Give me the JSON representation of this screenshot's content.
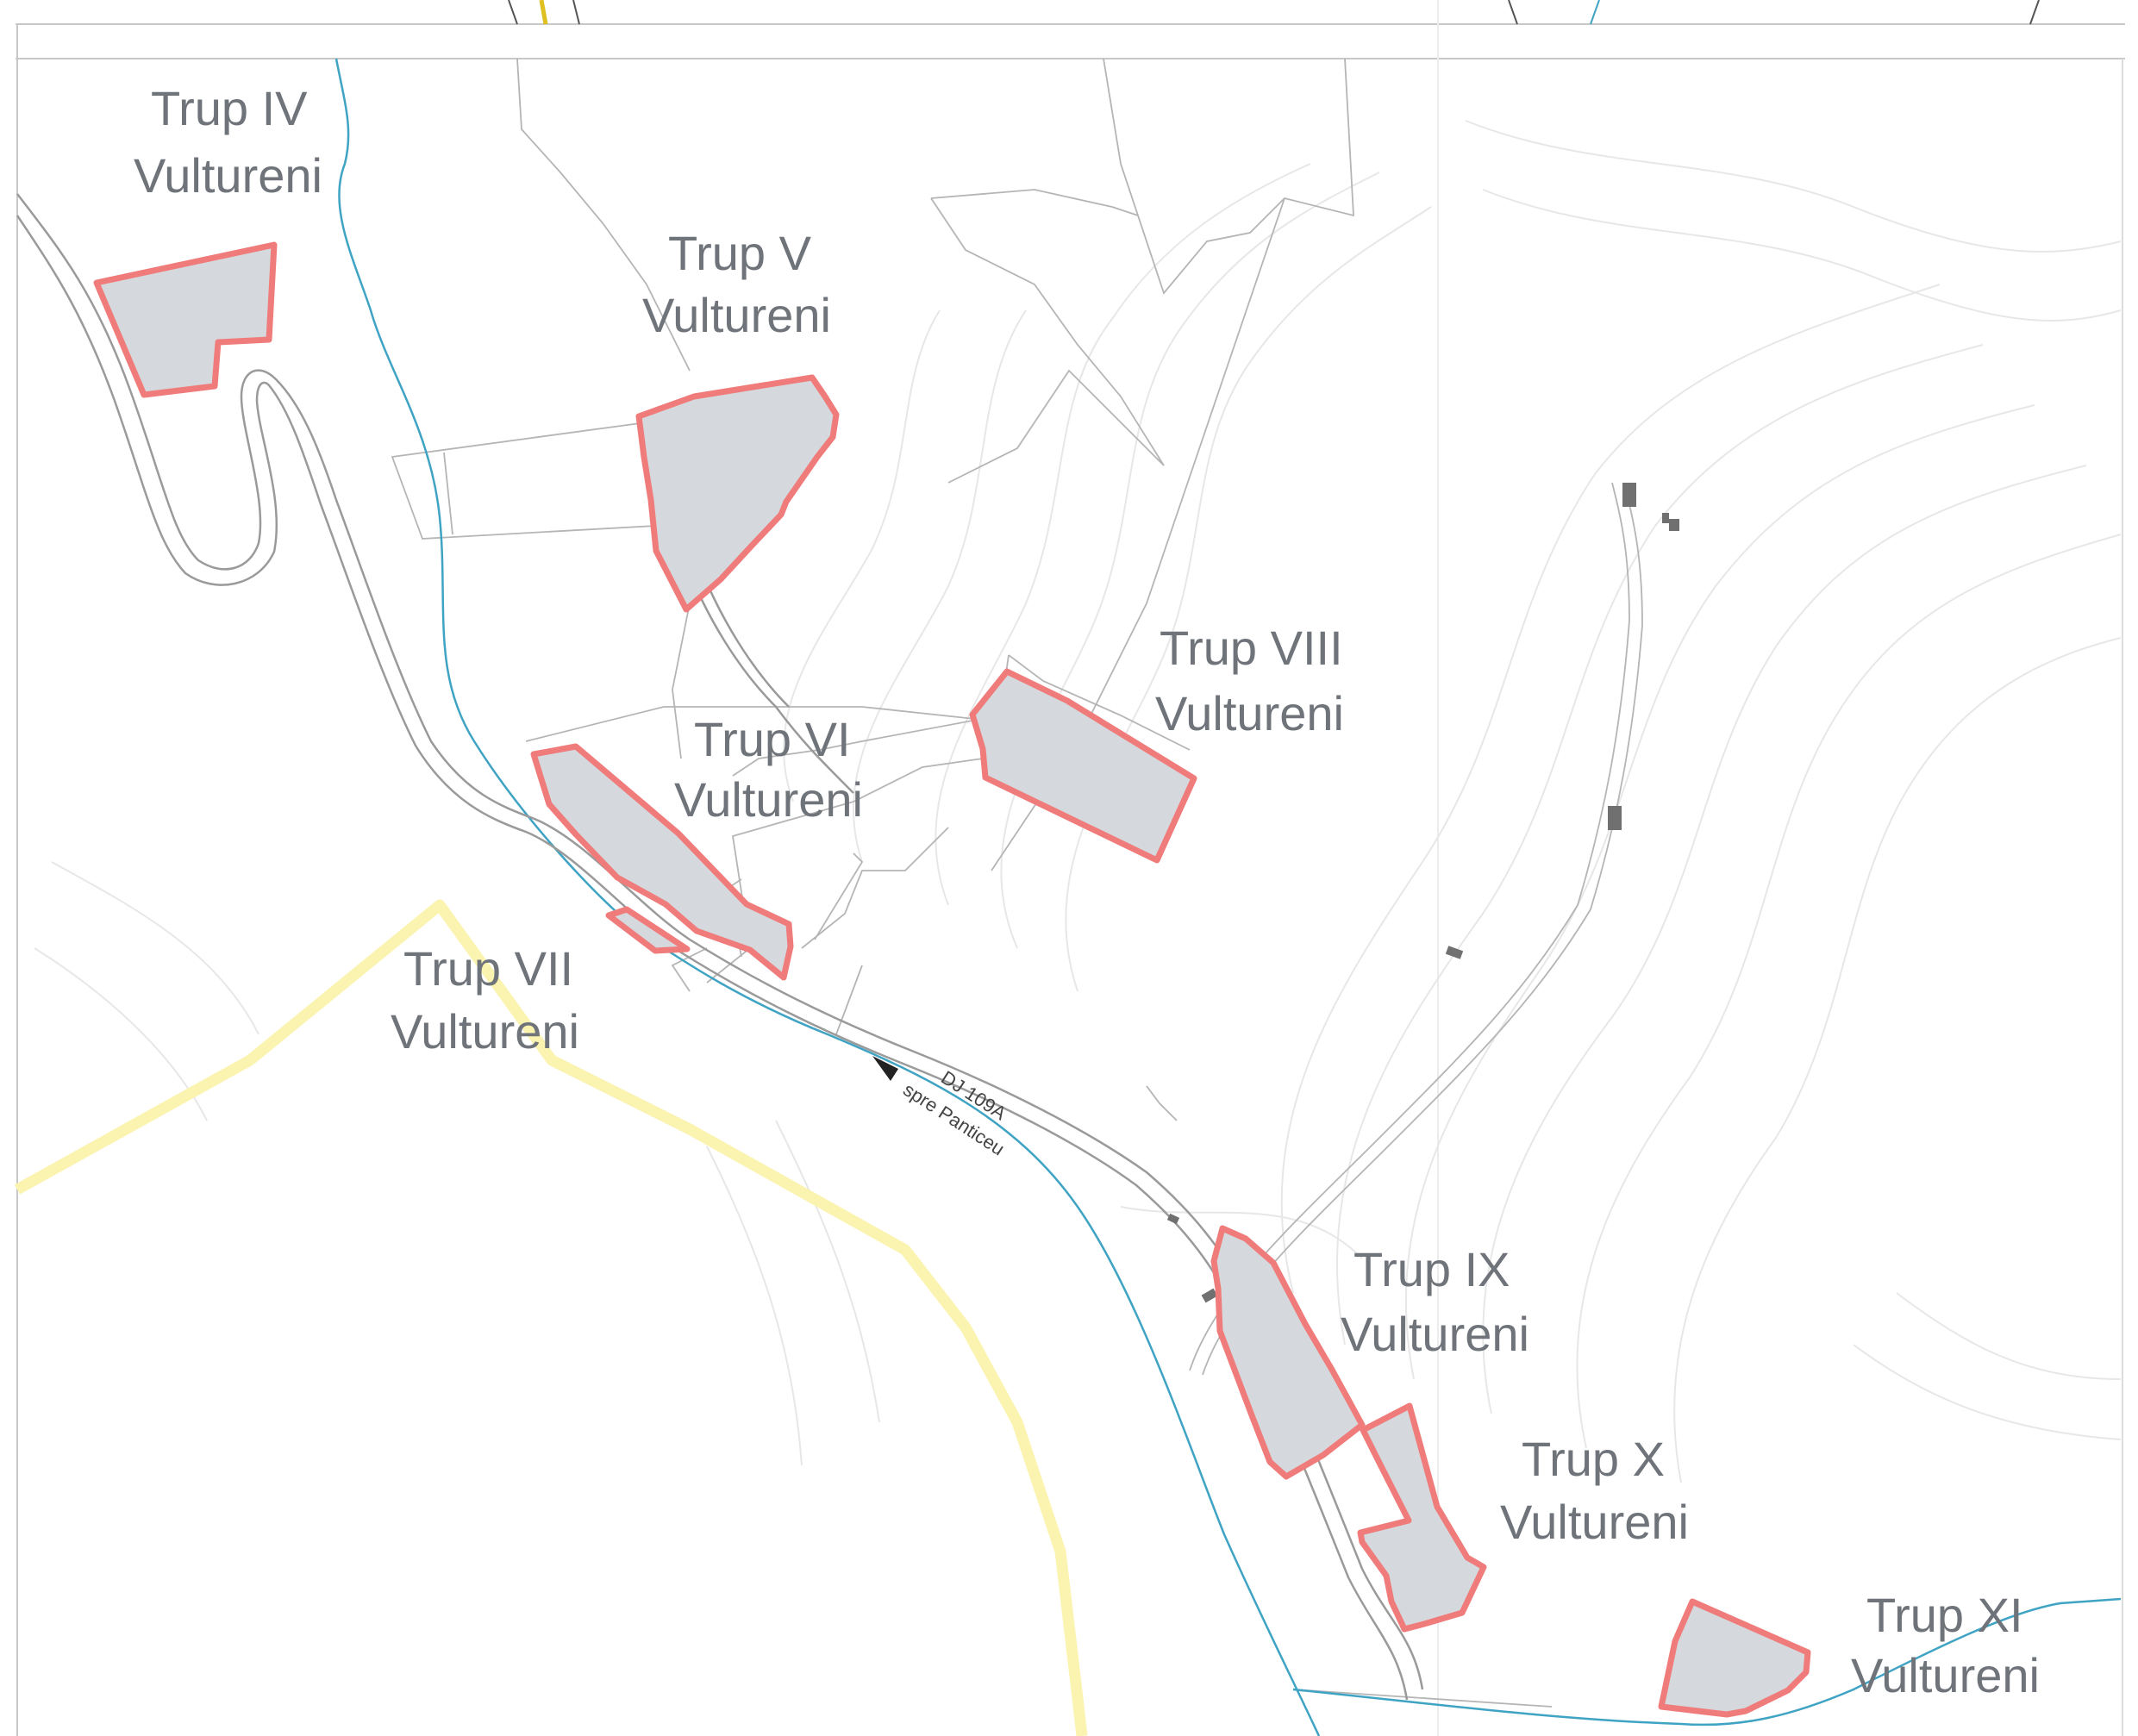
{
  "map": {
    "parcels": [
      {
        "id": "trup-iv",
        "line1": "Trup IV",
        "line2": "Vultureni"
      },
      {
        "id": "trup-v",
        "line1": "Trup V",
        "line2": "Vultureni"
      },
      {
        "id": "trup-vi",
        "line1": "Trup VI",
        "line2": "Vultureni"
      },
      {
        "id": "trup-vii",
        "line1": "Trup VII",
        "line2": "Vultureni"
      },
      {
        "id": "trup-viii",
        "line1": "Trup VIII",
        "line2": "Vultureni"
      },
      {
        "id": "trup-ix",
        "line1": "Trup IX",
        "line2": "Vultureni"
      },
      {
        "id": "trup-x",
        "line1": "Trup X",
        "line2": "Vultureni"
      },
      {
        "id": "trup-xi",
        "line1": "Trup XI",
        "line2": "Vultureni"
      }
    ],
    "road": {
      "name": "DJ 109A",
      "direction": "spre Panticeu"
    },
    "colors": {
      "parcel_fill": "#d5d8dc",
      "parcel_outline": "#f07b7b",
      "river": "#3fa3c4",
      "boundary": "#fbf3b0",
      "label_text": "#6f737a"
    },
    "icons": [
      "direction-arrow-icon"
    ]
  }
}
